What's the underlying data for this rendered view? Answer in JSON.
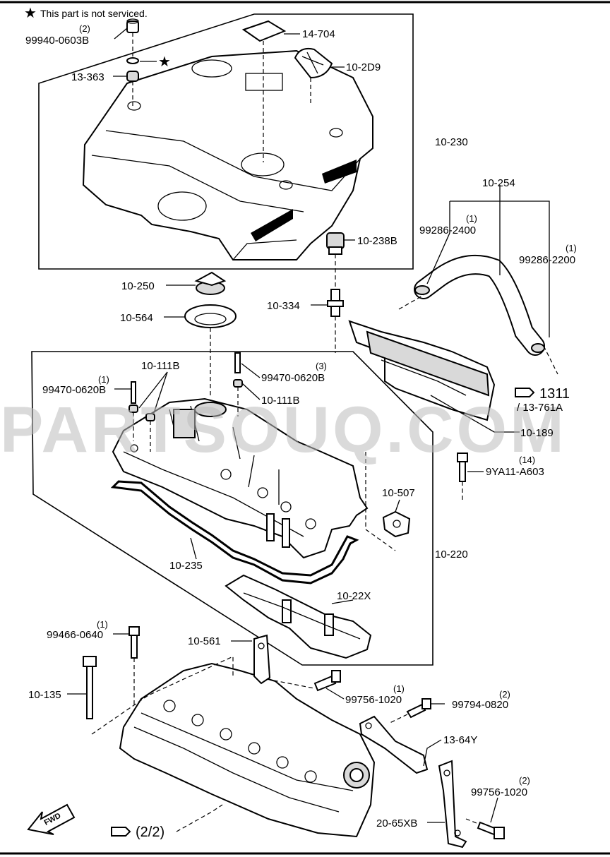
{
  "note": {
    "star": "★",
    "text": "This part is not serviced."
  },
  "watermark": "PARTSOUQ.COM",
  "labels": {
    "qty_99940": "(2)",
    "p_99940": "99940-0603B",
    "p_13363": "13-363",
    "p_14704": "14-704",
    "p_102d9": "10-2D9",
    "p_10230": "10-230",
    "p_10254": "10-254",
    "qty_992862400": "(1)",
    "p_992862400": "99286-2400",
    "qty_992862200": "(1)",
    "p_992862200": "99286-2200",
    "p_10238b": "10-238B",
    "p_10250": "10-250",
    "p_10334": "10-334",
    "p_10564": "10-564",
    "p_10111b_a": "10-111B",
    "qty_99470_a": "(1)",
    "p_99470_a": "99470-0620B",
    "p_99470_b": "99470-0620B",
    "qty_99470_b": "(3)",
    "p_10111b_b": "10-111B",
    "ref_1311": "1311",
    "ref_13761a": "/ 13-761A",
    "p_10189": "10-189",
    "qty_9ya11": "(14)",
    "p_9ya11": "9YA11-A603",
    "p_10507": "10-507",
    "p_10220": "10-220",
    "p_10235": "10-235",
    "p_1022x": "10-22X",
    "qty_99466": "(1)",
    "p_99466": "99466-0640",
    "p_10561": "10-561",
    "p_10135": "10-135",
    "qty_99756_a": "(1)",
    "p_99756_a": "99756-1020",
    "qty_99794": "(2)",
    "p_99794": "99794-0820",
    "p_1364y": "13-64Y",
    "qty_99756_b": "(2)",
    "p_99756_b": "99756-1020",
    "p_2065xb": "20-65XB",
    "ref_22": "(2/2)",
    "fwd": "FWD"
  }
}
